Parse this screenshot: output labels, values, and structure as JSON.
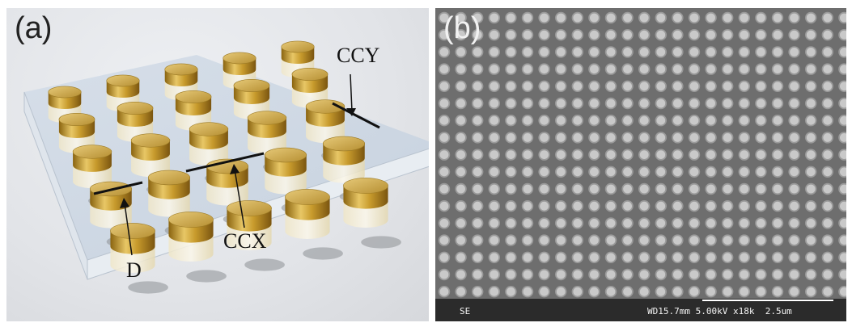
{
  "panel_a": {
    "letter": "(a)",
    "labels": {
      "ccy": "CCY",
      "ccx": "CCX",
      "d": "D"
    }
  },
  "panel_b": {
    "letter": "(b)",
    "detector": "SE",
    "info": "WD15.7mm 5.00kV x18k  2.5um"
  },
  "colors": {
    "gold": "#c9a23a",
    "glass": "#c7d3e0",
    "sem_background": "#6e6e6e",
    "sem_dot": "#c9c9c9"
  }
}
